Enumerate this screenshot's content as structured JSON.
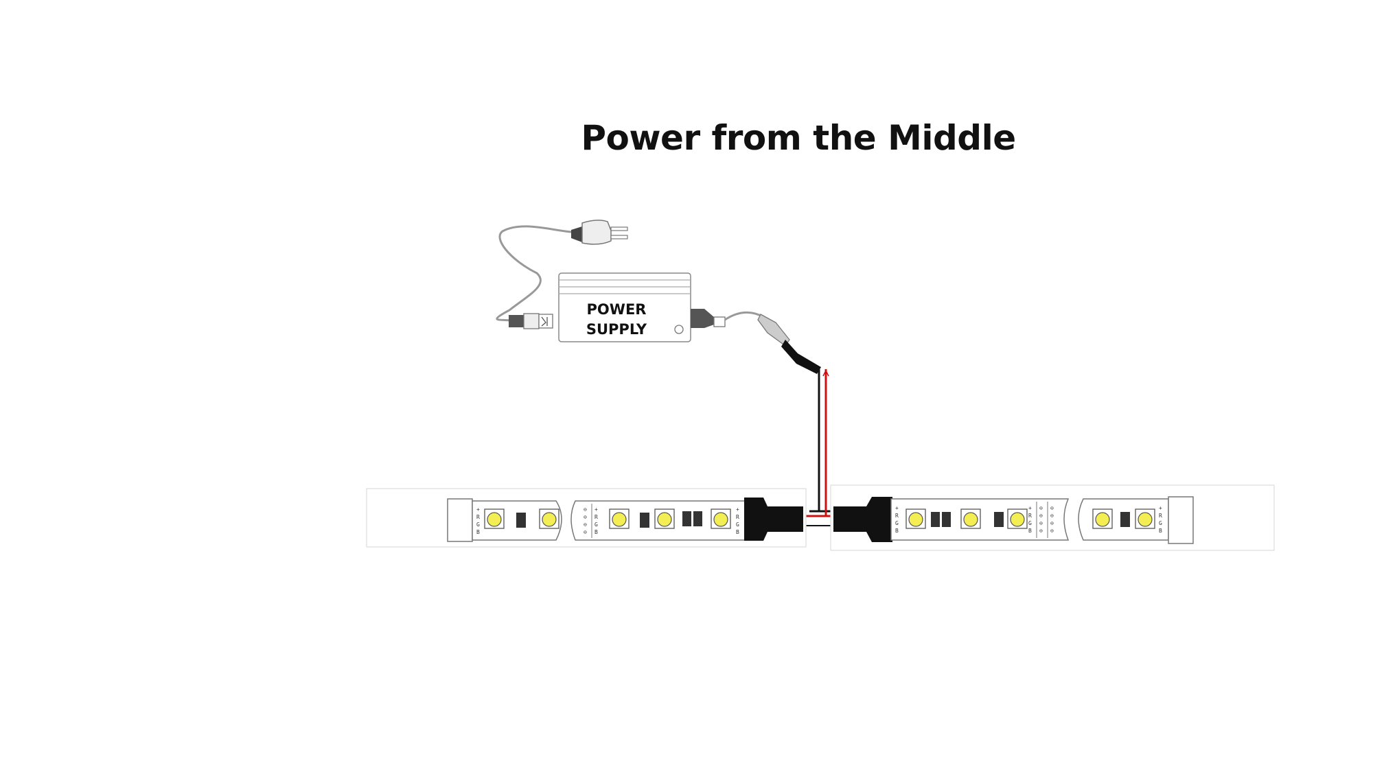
{
  "title": "Power from the Middle",
  "power_supply": {
    "label_line1": "POWER",
    "label_line2": "SUPPLY"
  },
  "strip_pin_labels": [
    "+",
    "R",
    "G",
    "B"
  ],
  "wire_colors": {
    "positive": "#cc1111",
    "negative": "#111111"
  },
  "led_color": "#f4ee55",
  "icons": [
    "power-plug-icon",
    "power-supply-icon",
    "led-strip-icon",
    "connector-icon"
  ]
}
